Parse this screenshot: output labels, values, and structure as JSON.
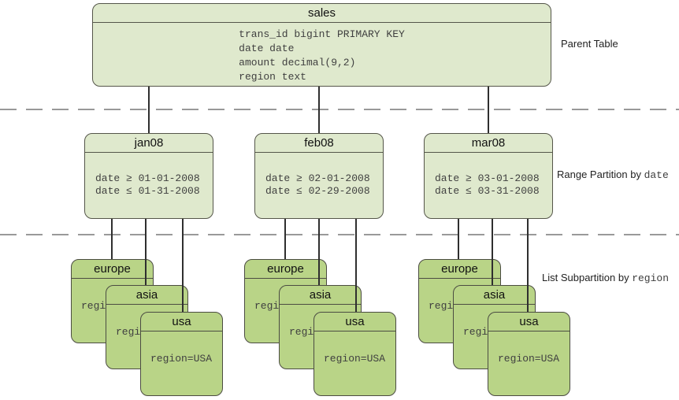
{
  "diagram": {
    "parent_table": {
      "title": "sales",
      "columns": [
        "trans_id bigint PRIMARY KEY",
        "date date",
        "amount decimal(9,2)",
        "region text"
      ]
    },
    "partitions": [
      {
        "title": "jan08",
        "rules": [
          "date ≥ 01-01-2008",
          "date ≤ 01-31-2008"
        ]
      },
      {
        "title": "feb08",
        "rules": [
          "date ≥ 02-01-2008",
          "date ≤ 02-29-2008"
        ]
      },
      {
        "title": "mar08",
        "rules": [
          "date ≥ 03-01-2008",
          "date ≤ 03-31-2008"
        ]
      }
    ],
    "subpartition_groups": [
      {
        "cards": [
          {
            "title": "europe",
            "body": "regi"
          },
          {
            "title": "asia",
            "body": "regi"
          },
          {
            "title": "usa",
            "body": "region=USA"
          }
        ]
      },
      {
        "cards": [
          {
            "title": "europe",
            "body": "regi"
          },
          {
            "title": "asia",
            "body": "regi"
          },
          {
            "title": "usa",
            "body": "region=USA"
          }
        ]
      },
      {
        "cards": [
          {
            "title": "europe",
            "body": "regi"
          },
          {
            "title": "asia",
            "body": "regi"
          },
          {
            "title": "usa",
            "body": "region=USA"
          }
        ]
      }
    ],
    "annotations": [
      {
        "plain": "Parent Table",
        "code": ""
      },
      {
        "plain": "Range Partition by ",
        "code": "date"
      },
      {
        "plain": "List Subpartition by ",
        "code": "region"
      }
    ],
    "colors": {
      "box_fill_light": "#dfe9cd",
      "box_fill_dark": "#b9d487",
      "box_border": "#55564a",
      "connector_line": "#2f2f2f",
      "dashed_line": "#999999",
      "background": "#ffffff"
    }
  }
}
